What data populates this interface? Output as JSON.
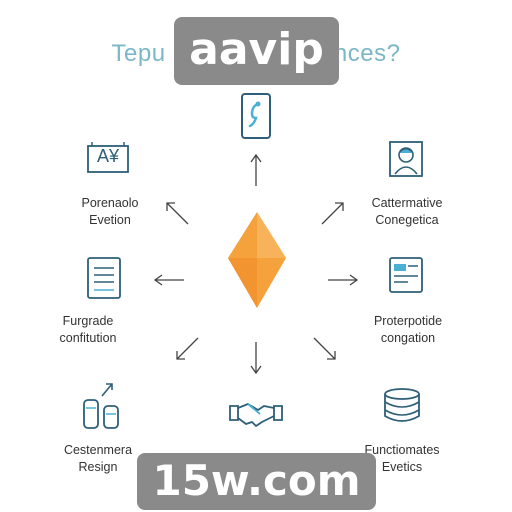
{
  "title": {
    "left": "Tepu",
    "right": "sinces?"
  },
  "watermarks": {
    "top": "aavip",
    "bottom": "15w.com"
  },
  "nodes": {
    "top_left": {
      "icon_text": "A¥",
      "line1": "Porenaolo",
      "line2": "Evetion"
    },
    "top_right": {
      "line1": "Cattermative",
      "line2": "Conegetica"
    },
    "mid_left": {
      "line1": "Furgrade",
      "line2": "confitution"
    },
    "mid_right": {
      "line1": "Proterpotide",
      "line2": "congation"
    },
    "bottom_left": {
      "line1": "Cestenmera",
      "line2": "Resign"
    },
    "bottom_right": {
      "line1": "Functiomates",
      "line2": "Evetics"
    }
  },
  "colors": {
    "accent": "#f5a13c",
    "icon_stroke": "#2e5f78",
    "icon_accent": "#4ab0d4",
    "title": "#7bb7c7"
  }
}
